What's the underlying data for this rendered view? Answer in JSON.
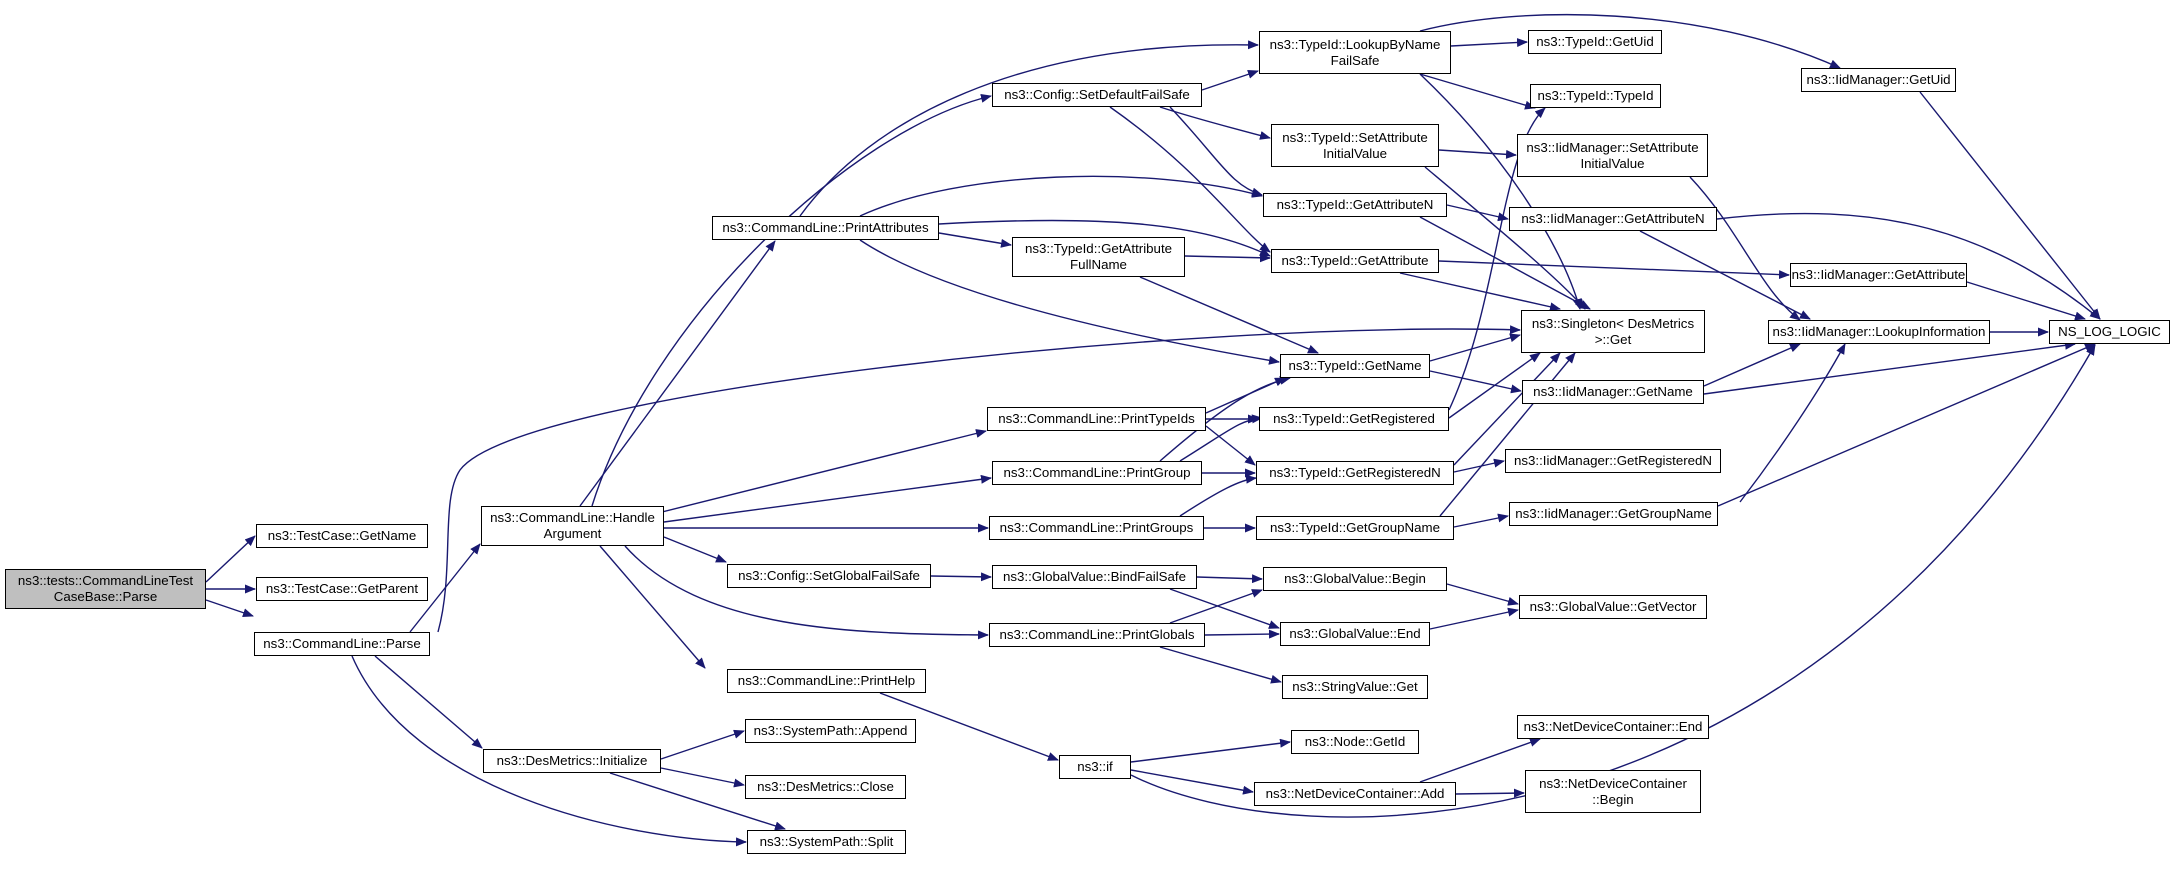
{
  "colors": {
    "edge": "#191970",
    "root_fill": "#bfbfbf",
    "node_fill": "#ffffff",
    "node_border": "#000000"
  },
  "nodes": {
    "root": "ns3::tests::CommandLineTest\nCaseBase::Parse",
    "tc_getname": "ns3::TestCase::GetName",
    "tc_getparent": "ns3::TestCase::GetParent",
    "cl_parse": "ns3::CommandLine::Parse",
    "cl_handle": "ns3::CommandLine::Handle\nArgument",
    "dm_init": "ns3::DesMetrics::Initialize",
    "cl_printattr": "ns3::CommandLine::PrintAttributes",
    "cfg_setglobal": "ns3::Config::SetGlobalFailSafe",
    "cl_printhelp": "ns3::CommandLine::PrintHelp",
    "sp_append": "ns3::SystemPath::Append",
    "dm_close": "ns3::DesMetrics::Close",
    "sp_split": "ns3::SystemPath::Split",
    "cfg_setdefault": "ns3::Config::SetDefaultFailSafe",
    "tid_getattrfull": "ns3::TypeId::GetAttribute\nFullName",
    "cl_printtypeids": "ns3::CommandLine::PrintTypeIds",
    "cl_printgroup": "ns3::CommandLine::PrintGroup",
    "cl_printgroups": "ns3::CommandLine::PrintGroups",
    "gv_bindfailsafe": "ns3::GlobalValue::BindFailSafe",
    "cl_printglobals": "ns3::CommandLine::PrintGlobals",
    "ns3_if": "ns3::if",
    "tid_lookup": "ns3::TypeId::LookupByName\nFailSafe",
    "tid_setattrinit": "ns3::TypeId::SetAttribute\nInitialValue",
    "tid_getattrn": "ns3::TypeId::GetAttributeN",
    "tid_getattr": "ns3::TypeId::GetAttribute",
    "tid_getname": "ns3::TypeId::GetName",
    "tid_getregistered": "ns3::TypeId::GetRegistered",
    "tid_getregisteredn": "ns3::TypeId::GetRegisteredN",
    "tid_getgroupname": "ns3::TypeId::GetGroupName",
    "gv_begin": "ns3::GlobalValue::Begin",
    "gv_end": "ns3::GlobalValue::End",
    "sv_get": "ns3::StringValue::Get",
    "node_getid": "ns3::Node::GetId",
    "ndc_add": "ns3::NetDeviceContainer::Add",
    "tid_getuid": "ns3::TypeId::GetUid",
    "tid_typeid": "ns3::TypeId::TypeId",
    "iid_setattrinit": "ns3::IidManager::SetAttribute\nInitialValue",
    "iid_getattrn": "ns3::IidManager::GetAttributeN",
    "singleton_get": "ns3::Singleton< DesMetrics\n>::Get",
    "iid_getname": "ns3::IidManager::GetName",
    "iid_getregisteredn": "ns3::IidManager::GetRegisteredN",
    "iid_getgroupname": "ns3::IidManager::GetGroupName",
    "gv_getvector": "ns3::GlobalValue::GetVector",
    "ndc_end": "ns3::NetDeviceContainer::End",
    "ndc_begin": "ns3::NetDeviceContainer\n::Begin",
    "iid_getuid": "ns3::IidManager::GetUid",
    "iid_getattr": "ns3::IidManager::GetAttribute",
    "iid_lookupinfo": "ns3::IidManager::LookupInformation",
    "ns_log_logic": "NS_LOG_LOGIC"
  }
}
